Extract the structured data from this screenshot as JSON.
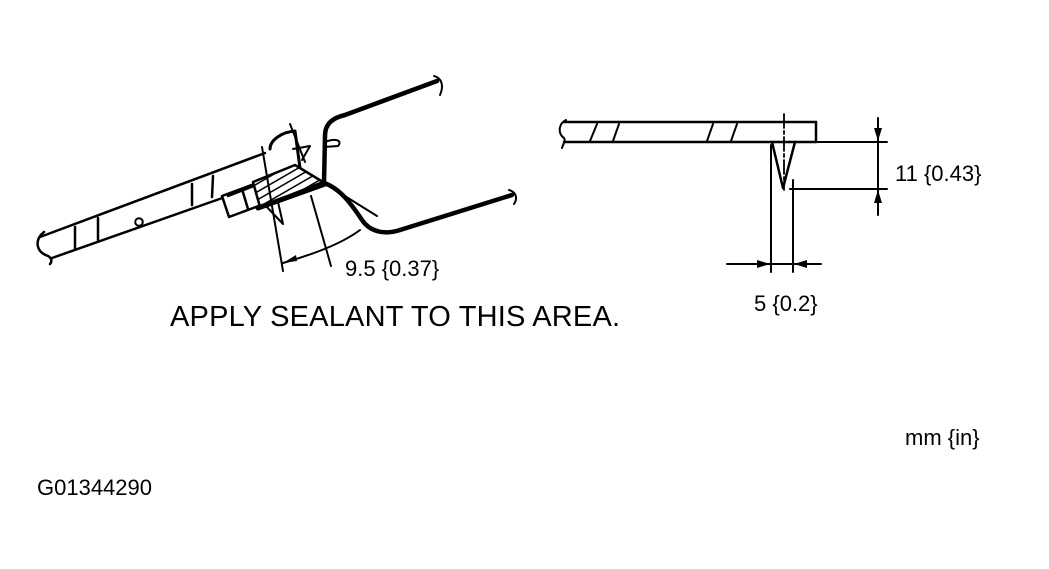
{
  "figure": {
    "id": "G01344290",
    "units_label": "mm {in}",
    "background": "#ffffff",
    "ink_color": "#000000"
  },
  "left_view": {
    "instruction": "APPLY SEALANT TO THIS AREA.",
    "dimension_label": "9.5 {0.37}",
    "features": [
      "panel-edge",
      "hatched-sealant-area",
      "flange",
      "outer-panel"
    ]
  },
  "right_view": {
    "height_dimension_label": "11 {0.43}",
    "width_dimension_label": "5 {0.2}",
    "features": [
      "panel-section",
      "sealant-bead",
      "dimension-lines"
    ]
  }
}
